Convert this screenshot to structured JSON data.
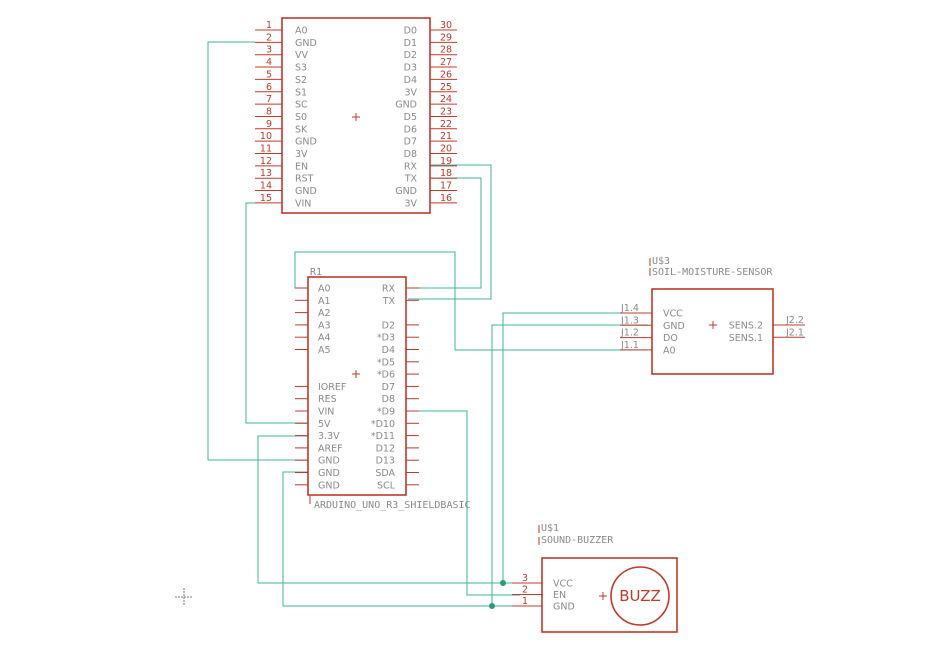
{
  "colors": {
    "symbol": "#c0392b",
    "wire": "#3fb79a",
    "label": "#8a8a8a",
    "background": "#ffffff"
  },
  "module_top": {
    "left_pins": [
      {
        "num": "1",
        "label": "A0"
      },
      {
        "num": "2",
        "label": "GND"
      },
      {
        "num": "3",
        "label": "VV"
      },
      {
        "num": "4",
        "label": "S3"
      },
      {
        "num": "5",
        "label": "S2"
      },
      {
        "num": "6",
        "label": "S1"
      },
      {
        "num": "7",
        "label": "SC"
      },
      {
        "num": "8",
        "label": "S0"
      },
      {
        "num": "9",
        "label": "SK"
      },
      {
        "num": "10",
        "label": "GND"
      },
      {
        "num": "11",
        "label": "3V"
      },
      {
        "num": "12",
        "label": "EN"
      },
      {
        "num": "13",
        "label": "RST"
      },
      {
        "num": "14",
        "label": "GND"
      },
      {
        "num": "15",
        "label": "VIN"
      }
    ],
    "right_pins": [
      {
        "num": "30",
        "label": "D0"
      },
      {
        "num": "29",
        "label": "D1"
      },
      {
        "num": "28",
        "label": "D2"
      },
      {
        "num": "27",
        "label": "D3"
      },
      {
        "num": "26",
        "label": "D4"
      },
      {
        "num": "25",
        "label": "3V"
      },
      {
        "num": "24",
        "label": "GND"
      },
      {
        "num": "23",
        "label": "D5"
      },
      {
        "num": "22",
        "label": "D6"
      },
      {
        "num": "21",
        "label": "D7"
      },
      {
        "num": "20",
        "label": "D8"
      },
      {
        "num": "19",
        "label": "RX"
      },
      {
        "num": "18",
        "label": "TX"
      },
      {
        "num": "17",
        "label": "GND"
      },
      {
        "num": "16",
        "label": "3V"
      }
    ]
  },
  "arduino": {
    "ref": "R1",
    "value": "ARDUINO_UNO_R3_SHIELDBASIC",
    "left_pins": [
      "A0",
      "A1",
      "A2",
      "A3",
      "A4",
      "A5",
      "",
      "",
      "IOREF",
      "RES",
      "VIN",
      "5V",
      "3.3V",
      "AREF",
      "GND",
      "GND",
      "GND"
    ],
    "right_pins": [
      "RX",
      "TX",
      "",
      "D2",
      "*D3",
      "D4",
      "*D5",
      "*D6",
      "D7",
      "D8",
      "*D9",
      "*D10",
      "*D11",
      "D12",
      "D13",
      "SDA",
      "SCL"
    ]
  },
  "soil_sensor": {
    "ref": "U$3",
    "value": "SOIL-MOISTURE-SENSOR",
    "left_pins": [
      {
        "pad": "J1.4",
        "label": "VCC"
      },
      {
        "pad": "J1.3",
        "label": "GND"
      },
      {
        "pad": "J1.2",
        "label": "DO"
      },
      {
        "pad": "J1.1",
        "label": "A0"
      }
    ],
    "right_pins": [
      {
        "pad": "J2.2",
        "label": "SENS.2"
      },
      {
        "pad": "J2.1",
        "label": "SENS.1"
      }
    ]
  },
  "buzzer": {
    "ref": "U$1",
    "value": "SOUND-BUZZER",
    "pins": [
      {
        "num": "3",
        "label": "VCC"
      },
      {
        "num": "2",
        "label": "EN"
      },
      {
        "num": "1",
        "label": "GND"
      }
    ],
    "symbol_text": "BUZZ"
  }
}
